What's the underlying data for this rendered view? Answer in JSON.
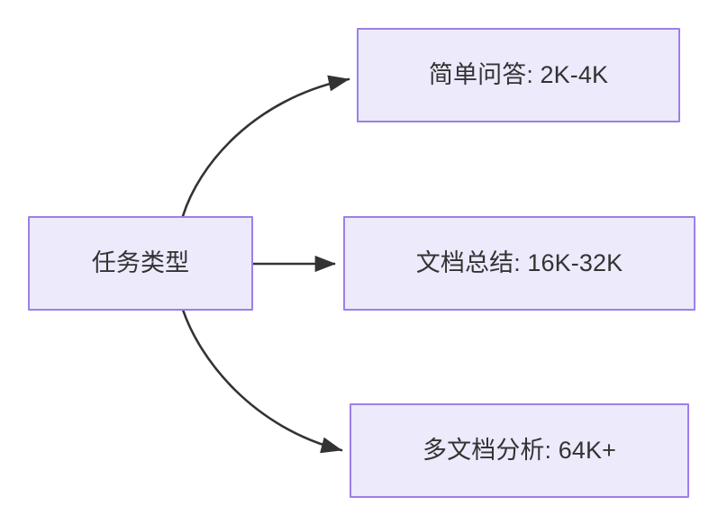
{
  "diagram": {
    "type": "flowchart",
    "direction": "left-to-right",
    "background_color": "#ffffff",
    "node_fill_color": "#ECEAFB",
    "node_border_color": "#9D7FE8",
    "node_text_color": "#333333",
    "edge_color": "#333333",
    "source_node": {
      "id": "task-type",
      "label": "任务类型"
    },
    "target_nodes": [
      {
        "id": "simple-qa",
        "label": "简单问答: 2K-4K",
        "task": "简单问答",
        "range": "2K-4K"
      },
      {
        "id": "doc-summary",
        "label": "文档总结: 16K-32K",
        "task": "文档总结",
        "range": "16K-32K"
      },
      {
        "id": "multi-doc-analysis",
        "label": "多文档分析: 64K+",
        "task": "多文档分析",
        "range": "64K+"
      }
    ],
    "edges": [
      {
        "from": "任务类型",
        "to": "简单问答: 2K-4K",
        "style": "curved-arrow"
      },
      {
        "from": "任务类型",
        "to": "文档总结: 16K-32K",
        "style": "straight-arrow"
      },
      {
        "from": "任务类型",
        "to": "多文档分析: 64K+",
        "style": "curved-arrow"
      }
    ]
  }
}
